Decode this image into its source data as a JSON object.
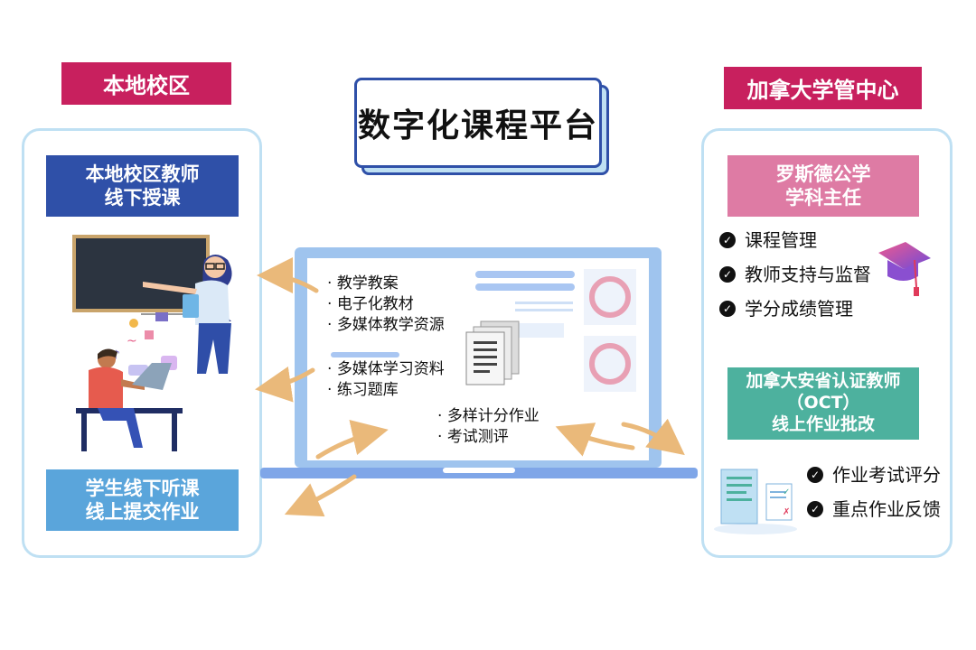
{
  "left": {
    "tag": "本地校区",
    "teacher_box": [
      "本地校区教师",
      "线下授课"
    ],
    "student_box": [
      "学生线下听课",
      "线上提交作业"
    ]
  },
  "center": {
    "title": "数字化课程平台",
    "group1": [
      "教学教案",
      "电子化教材",
      "多媒体教学资源"
    ],
    "group2": [
      "多媒体学习资料",
      "练习题库"
    ],
    "group3": [
      "多样计分作业",
      "考试测评"
    ]
  },
  "right": {
    "tag": "加拿大学管中心",
    "director_box": [
      "罗斯德公学",
      "学科主任"
    ],
    "director_items": [
      "课程管理",
      "教师支持与监督",
      "学分成绩管理"
    ],
    "oct_box": [
      "加拿大安省认证教师",
      "（OCT）",
      "线上作业批改"
    ],
    "oct_items": [
      "作业考试评分",
      "重点作业反馈"
    ]
  },
  "colors": {
    "tag_crimson": "#c8205e",
    "navy_box": "#2f50a8",
    "light_blue_box": "#5aa5db",
    "pink_box": "#de7ba4",
    "teal_box": "#4db19e",
    "panel_border": "#bfe0f3",
    "arrow": "#eab97a"
  }
}
